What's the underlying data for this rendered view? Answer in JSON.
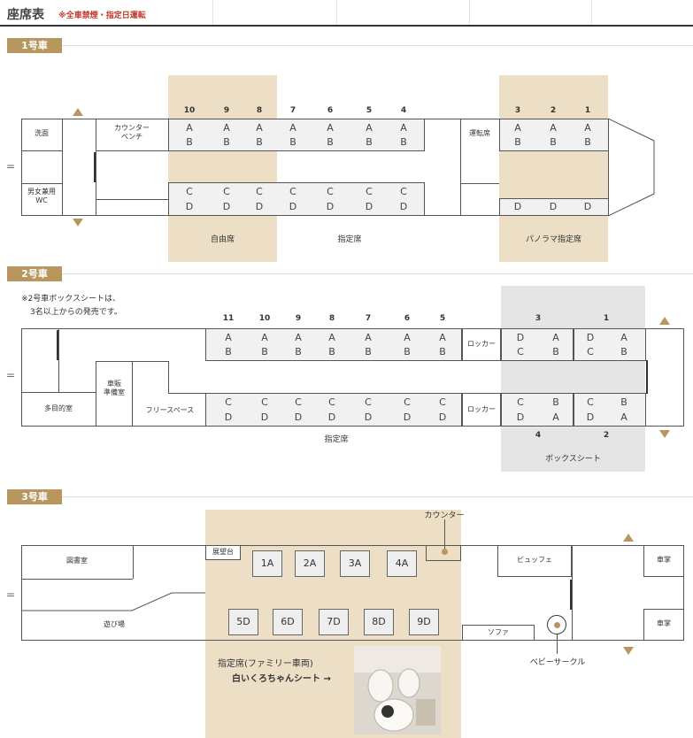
{
  "header": {
    "title": "座席表",
    "note": "※全車禁煙・指定日運転"
  },
  "cars": {
    "car1": {
      "badge": "1号車",
      "labels": {
        "wash": "洗面",
        "wc": "男女兼用\nWC",
        "counter": "カウンター\nベンチ",
        "driver": "運転席"
      },
      "free_numbers": [
        "10",
        "9",
        "8"
      ],
      "reserved_numbers": [
        "7",
        "6",
        "5",
        "4"
      ],
      "panorama_numbers": [
        "3",
        "2",
        "1"
      ],
      "row_a": "A",
      "row_b": "B",
      "row_c": "C",
      "row_d": "D",
      "zones": {
        "free": "自由席",
        "reserved": "指定席",
        "panorama": "パノラマ指定席"
      }
    },
    "car2": {
      "badge": "2号車",
      "note_line1": "※2号車ボックスシートは、",
      "note_line2": "3名以上からの発売です。",
      "numbers": [
        "11",
        "10",
        "9",
        "8",
        "7",
        "6",
        "5"
      ],
      "box_top_numbers": [
        "3",
        "1"
      ],
      "box_bottom_numbers": [
        "4",
        "2"
      ],
      "labels": {
        "locker": "ロッカー",
        "multi": "多目的室",
        "sales": "車販\n準備室",
        "free_space": "フリースペース"
      },
      "zones": {
        "reserved": "指定席",
        "box": "ボックスシート"
      }
    },
    "car3": {
      "badge": "3号車",
      "labels": {
        "library": "図書室",
        "play": "遊び場",
        "observation": "展望台",
        "counter": "カウンター",
        "buffet": "ビュッフェ",
        "sofa": "ソファ",
        "conductor_top": "車掌",
        "conductor_bottom": "車掌",
        "baby": "ベビーサークル"
      },
      "top_seats": [
        "1A",
        "2A",
        "3A",
        "4A"
      ],
      "bottom_seats": [
        "5D",
        "6D",
        "7D",
        "8D",
        "9D"
      ],
      "family_label": "指定席(ファミリー車両)",
      "shiro_label": "白いくろちゃんシート →"
    }
  },
  "equals_glyph": "="
}
